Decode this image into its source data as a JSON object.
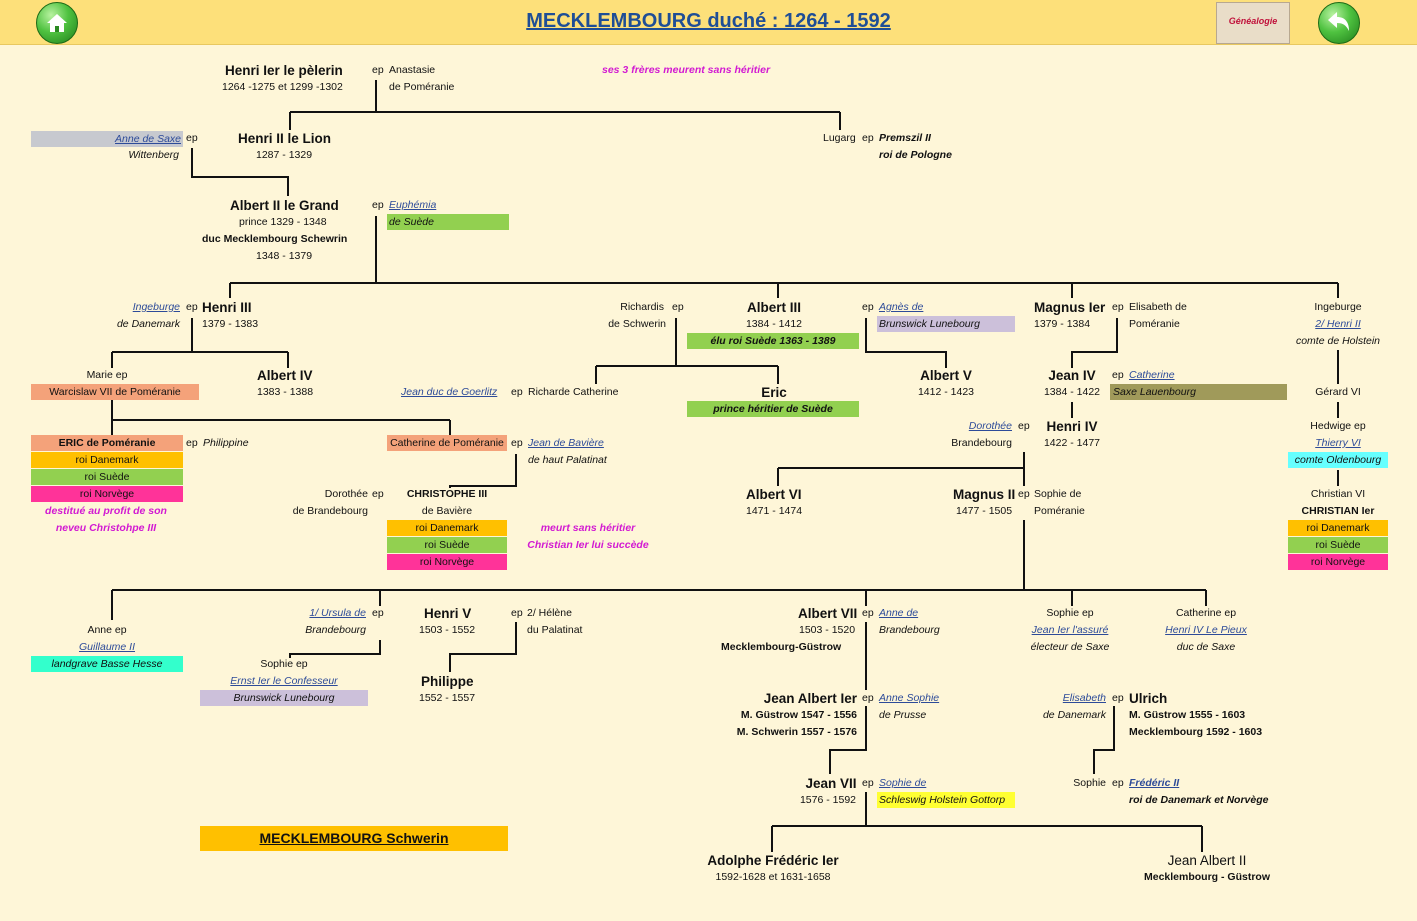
{
  "header": {
    "title": "MECKLEMBOURG duché : 1264 - 1592",
    "logo_text": "Généalogie",
    "home_icon": "home-icon",
    "back_icon": "back-arrow-icon"
  },
  "tree": {
    "henri1": {
      "name": "Henri Ier le pèlerin",
      "dates": "1264 -1275 et 1299 -1302"
    },
    "anastasie": {
      "ep": "ep",
      "l1": "Anastasie",
      "l2": "de Poméranie"
    },
    "note_freres": "ses 3 frères meurent sans héritier",
    "anne_saxe": {
      "l1": "Anne de Saxe",
      "ep": "ep",
      "l2": "Wittenberg"
    },
    "henri2": {
      "name": "Henri II le Lion",
      "dates": "1287 - 1329"
    },
    "lugarg": {
      "l1": "Lugarg",
      "ep": "ep",
      "l2": "Premszil II",
      "l3": "roi de Pologne"
    },
    "albert2": {
      "name": "Albert II le Grand",
      "l1": "prince 1329 - 1348",
      "l2": "duc Mecklembourg Schewrin",
      "l3": "1348 - 1379"
    },
    "euphemia": {
      "ep": "ep",
      "l1": "Euphémia",
      "l2": "de Suède"
    },
    "ingeburge": {
      "l1": "Ingeburge",
      "ep": "ep",
      "l2": "de Danemark"
    },
    "henri3": {
      "name": "Henri III",
      "dates": "1379 - 1383"
    },
    "richardis": {
      "l1": "Richardis",
      "ep": "ep",
      "l2": "de Schwerin"
    },
    "albert3": {
      "name": "Albert III",
      "dates": "1384 - 1412",
      "note": "élu roi Suède 1363 - 1389"
    },
    "agnes": {
      "ep": "ep",
      "l1": "Agnès de",
      "l2": "Brunswick Lunebourg"
    },
    "magnus1": {
      "name": "Magnus Ier",
      "dates": "1379 - 1384"
    },
    "elisabeth": {
      "ep": "ep",
      "l1": "Elisabeth de",
      "l2": "Poméranie"
    },
    "ingeburge_r": {
      "l1": "Ingeburge",
      "l2": "2/ Henri II",
      "l3": "comte de Holstein"
    },
    "marie": {
      "l1": "Marie ep",
      "l2": "Warcislaw VII de Poméranie"
    },
    "albert4": {
      "name": "Albert IV",
      "dates": "1383 - 1388"
    },
    "jean_goerlitz": {
      "l1": "Jean duc de Goerlitz",
      "ep": "ep",
      "l2": "Richarde Catherine"
    },
    "eric": {
      "name": "Eric",
      "note": "prince héritier de Suède"
    },
    "albert5": {
      "name": "Albert V",
      "dates": "1412 - 1423"
    },
    "jean4": {
      "name": "Jean IV",
      "dates": "1384 - 1422"
    },
    "catherine_saxe": {
      "ep": "ep",
      "l1": "Catherine",
      "l2": "Saxe Lauenbourg"
    },
    "gerard": {
      "l1": "Gérard VI"
    },
    "eric_pom": {
      "name": "ERIC de Poméranie",
      "r1": "roi Danemark",
      "r2": "roi Suède",
      "r3": "roi Norvège",
      "ep": "ep",
      "sp": "Philippine",
      "note1": "destitué au profit de son",
      "note2": "neveu Christohpe III"
    },
    "catherine_pom": {
      "name": "Catherine de Poméranie",
      "ep": "ep",
      "l1": "Jean de Bavière",
      "l2": "de haut Palatinat"
    },
    "dorothee": {
      "l1": "Dorothée",
      "ep": "ep",
      "l2": "Brandebourg"
    },
    "henri4": {
      "name": "Henri IV",
      "dates": "1422 - 1477"
    },
    "hedwige": {
      "l1": "Hedwige ep",
      "l2": "Thierry VI",
      "l3": "comte Oldenbourg"
    },
    "dorothee_b": {
      "l1": "Dorothée",
      "ep": "ep",
      "l2": "de Brandebourg"
    },
    "christophe3": {
      "name": "CHRISTOPHE III",
      "l1": "de Bavière",
      "r1": "roi Danemark",
      "r2": "roi Suède",
      "r3": "roi Norvège"
    },
    "note_meurt": {
      "l1": "meurt sans héritier",
      "l2": "Christian Ier lui succède"
    },
    "albert6": {
      "name": "Albert VI",
      "dates": "1471 - 1474"
    },
    "magnus2": {
      "name": "Magnus II",
      "dates": "1477 - 1505"
    },
    "sophie_pom": {
      "ep": "ep",
      "l1": "Sophie de",
      "l2": "Poméranie"
    },
    "christian": {
      "l1": "Christian VI",
      "name": "CHRISTIAN Ier",
      "r1": "roi Danemark",
      "r2": "roi Suède",
      "r3": "roi Norvège"
    },
    "anne_hesse": {
      "l1": "Anne ep",
      "l2": "Guillaume II",
      "l3": "landgrave Basse Hesse"
    },
    "ursula": {
      "l1": "1/ Ursula de",
      "ep": "ep",
      "l2": "Brandebourg"
    },
    "henri5": {
      "name": "Henri V",
      "dates": "1503 - 1552"
    },
    "helene": {
      "ep": "ep",
      "l1": "2/ Hélène",
      "l2": "du Palatinat"
    },
    "albert7": {
      "name": "Albert VII",
      "dates": "1503 - 1520",
      "l2": "Mecklembourg-Güstrow"
    },
    "anne_brand": {
      "ep": "ep",
      "l1": "Anne de",
      "l2": "Brandebourg"
    },
    "sophie_saxe": {
      "l1": "Sophie ep",
      "l2": "Jean Ier l'assuré",
      "l3": "électeur de Saxe"
    },
    "catherine_saxe2": {
      "l1": "Catherine ep",
      "l2": "Henri IV Le Pieux",
      "l3": "duc de Saxe"
    },
    "sophie_lun": {
      "l1": "Sophie ep",
      "l2": "Ernst Ier le Confesseur",
      "l3": "Brunswick Lunebourg"
    },
    "philippe": {
      "name": "Philippe",
      "dates": "1552 - 1557"
    },
    "jean_albert1": {
      "name": "Jean Albert Ier",
      "l1": "M. Güstrow 1547 - 1556",
      "l2": "M. Schwerin 1557 - 1576"
    },
    "anne_sophie": {
      "ep": "ep",
      "l1": "Anne Sophie",
      "l2": "de Prusse"
    },
    "elisabeth_d": {
      "l1": "Elisabeth",
      "ep": "ep",
      "l2": "de Danemark"
    },
    "ulrich": {
      "name": "Ulrich",
      "l1": "M. Güstrow 1555 - 1603",
      "l2": "Mecklembourg 1592 - 1603"
    },
    "jean7": {
      "name": "Jean VII",
      "dates": "1576 - 1592"
    },
    "sophie_h": {
      "ep": "ep",
      "l1": "Sophie de",
      "l2": "Schleswig Holstein Gottorp"
    },
    "sophie_f": {
      "l1": "Sophie",
      "ep": "ep",
      "l2": "Frédéric II",
      "l3": "roi de Danemark et Norvège"
    },
    "footer": "MECKLEMBOURG Schwerin",
    "adolphe": {
      "name": "Adolphe Frédéric Ier",
      "dates": "1592-1628 et 1631-1658"
    },
    "jean_albert2": {
      "name": "Jean Albert II",
      "l1": "Mecklembourg - Güstrow"
    }
  }
}
